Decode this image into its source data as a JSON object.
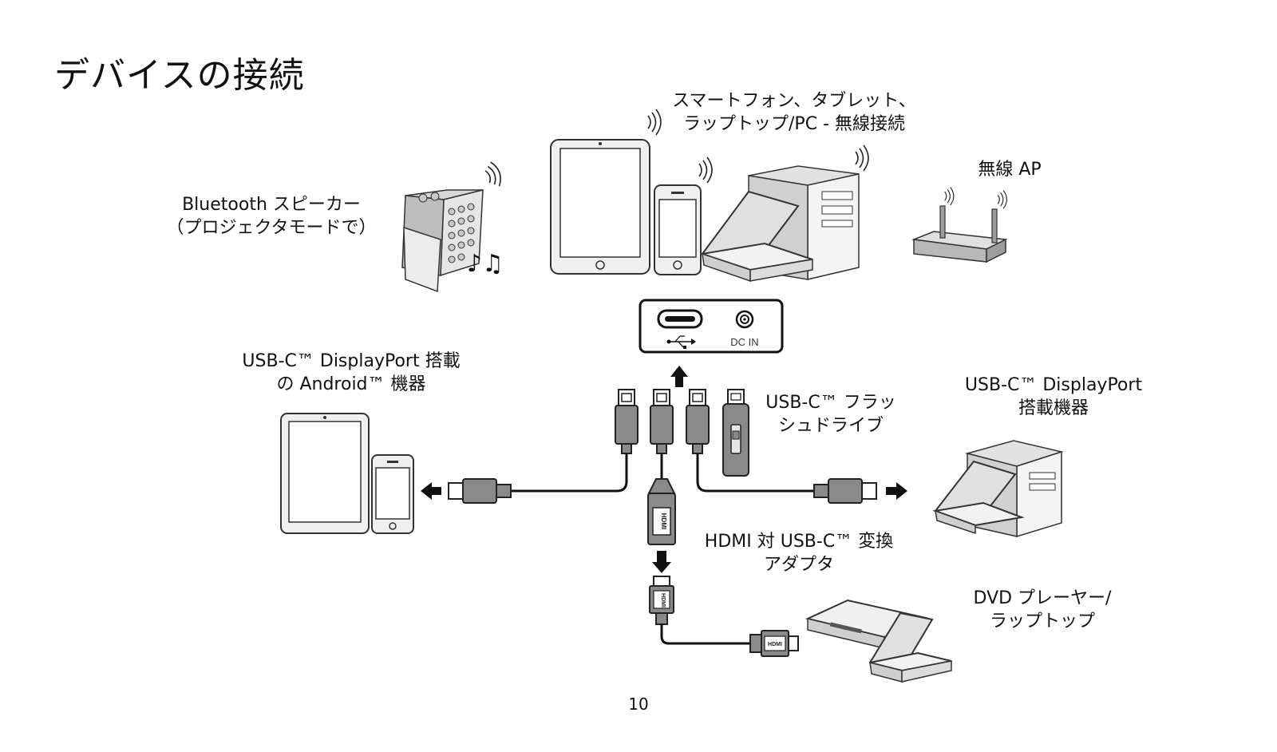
{
  "page": {
    "title": "デバイスの接続",
    "page_number": "10"
  },
  "labels": {
    "smart_devices_line1": "スマートフォン、タブレット、",
    "smart_devices_line2": "ラップトップ/PC - 無線接続",
    "wireless_ap": "無線 AP",
    "bt_speaker_line1": "Bluetooth スピーカー",
    "bt_speaker_line2": "（プロジェクタモードで）",
    "android_line1": "USB-C™ DisplayPort 搭載",
    "android_line2": "の Android™ 機器",
    "flash_line1": "USB-C™ フラッ",
    "flash_line2": "シュドライブ",
    "dp_device_line1": "USB-C™ DisplayPort",
    "dp_device_line2": "搭載機器",
    "hdmi_adapter_line1": "HDMI 対 USB-C™ 変換",
    "hdmi_adapter_line2": "アダプタ",
    "dvd_line1": "DVD プレーヤー/",
    "dvd_line2": "ラップトップ",
    "port_dc_in": "DC IN",
    "hdmi_mark": "HDMI"
  },
  "icons": {
    "usb": "usb-icon",
    "dc": "dc-jack-icon",
    "wifi": "wifi-waves-icon",
    "music": "music-notes-icon"
  }
}
